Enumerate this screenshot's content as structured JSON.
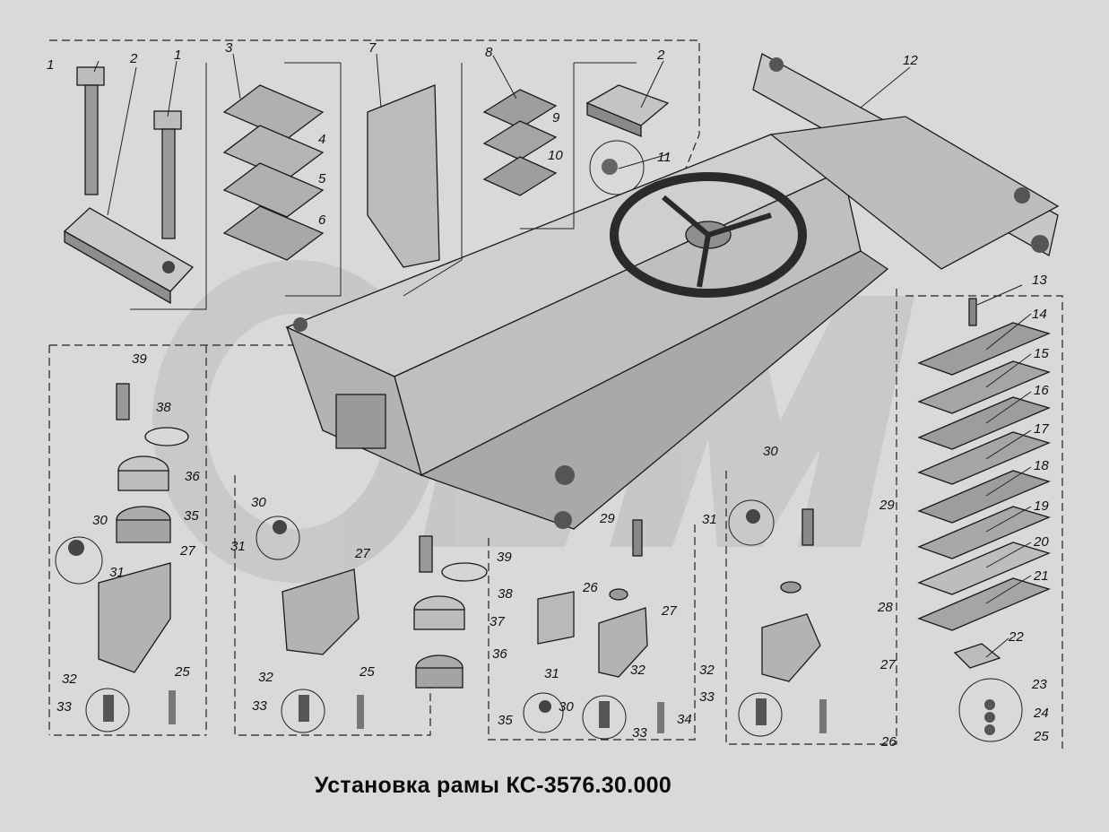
{
  "title": "Установка рамы КС-3576.30.000",
  "watermark": "OEM",
  "colors": {
    "background": "#d9d9d9",
    "ink": "#1a1a1a",
    "plate": "#b8b8b8",
    "watermark": "#c4c4c4"
  },
  "callouts": {
    "c1a": "1",
    "c2a": "2",
    "c1b": "1",
    "c3": "3",
    "c4": "4",
    "c5": "5",
    "c6": "6",
    "c7": "7",
    "c8": "8",
    "c9": "9",
    "c10": "10",
    "c2b": "2",
    "c11": "11",
    "c12": "12",
    "c13": "13",
    "c14": "14",
    "c15": "15",
    "c16": "16",
    "c17": "17",
    "c18": "18",
    "c19": "19",
    "c20": "20",
    "c21": "21",
    "c22": "22",
    "c23": "23",
    "c24": "24",
    "c25a": "25",
    "c39a": "39",
    "c38a": "38",
    "c36a": "36",
    "c35a": "35",
    "c30a": "30",
    "c31a": "31",
    "c27a": "27",
    "c32a": "32",
    "c33a": "33",
    "c25b": "25",
    "c30b": "30",
    "c31b": "31",
    "c27b": "27",
    "c32b": "32",
    "c33b": "33",
    "c25c": "25",
    "c39b": "39",
    "c38b": "38",
    "c36b": "36",
    "c35b": "35",
    "c29a": "29",
    "c26a": "26",
    "c37": "37",
    "c27c": "27",
    "c31c": "31",
    "c30c": "30",
    "c32c": "32",
    "c33c": "33",
    "c34": "34",
    "c30d": "30",
    "c31d": "31",
    "c29b": "29",
    "c28": "28",
    "c27d": "27",
    "c32d": "32",
    "c33d": "33",
    "c26b": "26"
  }
}
